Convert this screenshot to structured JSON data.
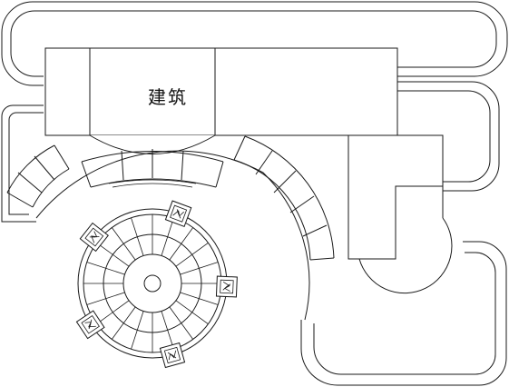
{
  "labels": {
    "building": "建筑"
  },
  "colors": {
    "line": "#1a1a1a",
    "background": "#ffffff"
  },
  "plaza": {
    "ring_sectors": 20,
    "planter_count": 5
  }
}
